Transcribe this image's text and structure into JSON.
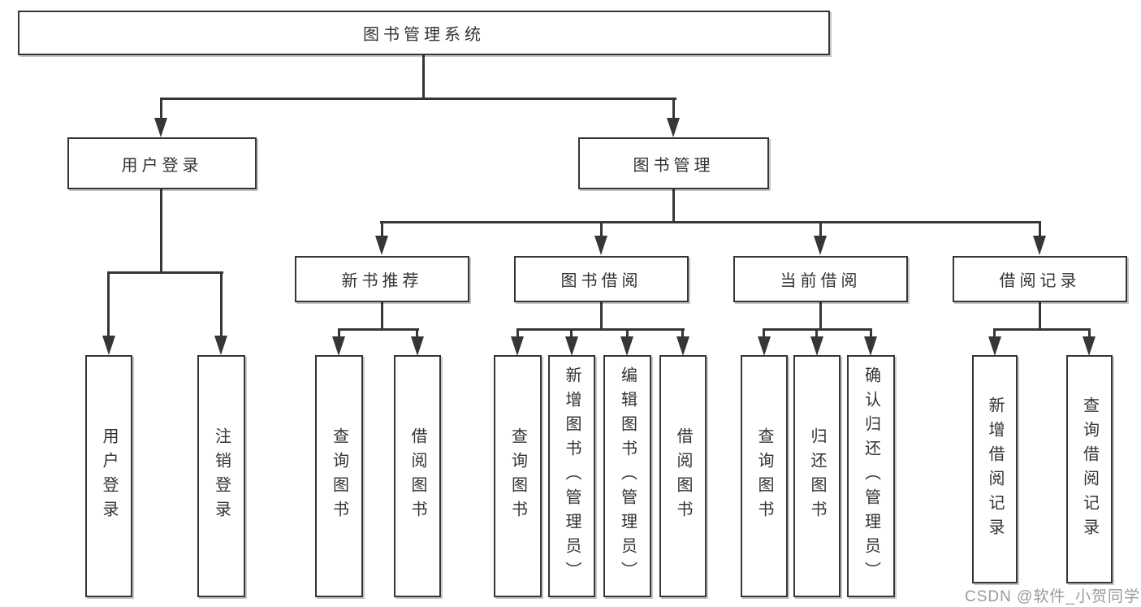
{
  "diagram": {
    "root": "图书管理系统",
    "children": [
      {
        "label": "用户登录",
        "children": [
          {
            "label": "用户登录"
          },
          {
            "label": "注销登录"
          }
        ]
      },
      {
        "label": "图书管理",
        "children": [
          {
            "label": "新书推荐",
            "children": [
              {
                "label": "查询图书"
              },
              {
                "label": "借阅图书"
              }
            ]
          },
          {
            "label": "图书借阅",
            "children": [
              {
                "label": "查询图书"
              },
              {
                "label": "新增图书（管理员）"
              },
              {
                "label": "编辑图书（管理员）"
              },
              {
                "label": "借阅图书"
              }
            ]
          },
          {
            "label": "当前借阅",
            "children": [
              {
                "label": "查询图书"
              },
              {
                "label": "归还图书"
              },
              {
                "label": "确认归还（管理员）"
              }
            ]
          },
          {
            "label": "借阅记录",
            "children": [
              {
                "label": "新增借阅记录"
              },
              {
                "label": "查询借阅记录"
              }
            ]
          }
        ]
      }
    ],
    "watermark": "CSDN @软件_小贺同学",
    "colors": {
      "line": "#363636",
      "text": "#333333",
      "watermark": "#9a9a9a",
      "background": "#ffffff"
    }
  }
}
